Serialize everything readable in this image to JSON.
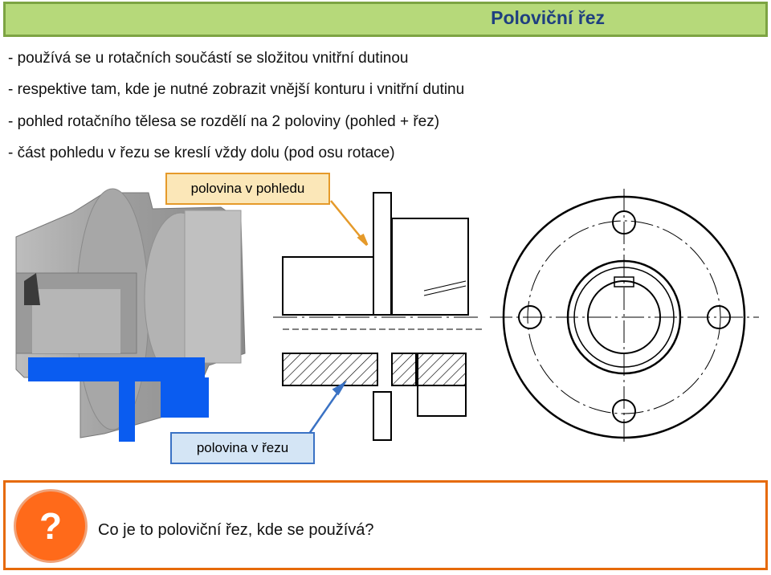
{
  "title": "Poloviční řez",
  "bullets": [
    "- používá se u rotačních součástí se složitou vnitřní dutinou",
    "- respektive tam, kde je nutné zobrazit vnější konturu i vnitřní dutinu",
    "- pohled rotačního tělesa se rozdělí na 2 poloviny (pohled + řez)",
    "- část pohledu v řezu se kreslí vždy dolu (pod osu rotace)"
  ],
  "callouts": {
    "top": "polovina v pohledu",
    "bottom": "polovina v řezu"
  },
  "question": {
    "badge": "?",
    "text": "Co je to poloviční řez, kde se používá?"
  },
  "colors": {
    "title_bg": "#b6d97a",
    "accent_blue": "#0a5cf0",
    "question_orange": "#ff6a1a"
  }
}
